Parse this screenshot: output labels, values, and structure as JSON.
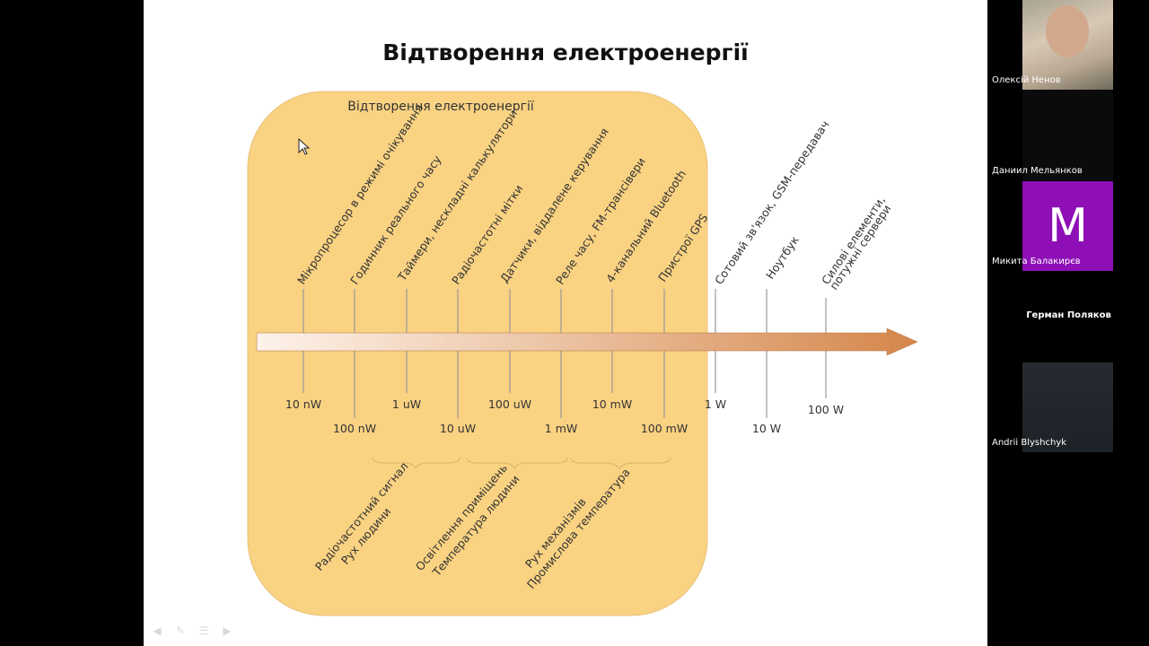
{
  "slide": {
    "title": "Відтворення електроенергії",
    "box_title": "Відтворення електроенергії",
    "applications": [
      "Мікропроцесор в режимі очікування",
      "Годинник реального часу",
      "Таймери, нескладні калькулятори",
      "Радіочастотні мітки",
      "Датчики, віддалене керування",
      "Реле часу, FM-трансівери",
      "4-канальний Bluetooth",
      "Пристрої GPS",
      "Сотовий зв'язок, GSM-передавач",
      "Ноутбук",
      "Силові елементи,",
      "потужні сервери"
    ],
    "power_levels": [
      "10 nW",
      "100 nW",
      "1 uW",
      "10 uW",
      "100 uW",
      "1 mW",
      "10 mW",
      "100 mW",
      "1 W",
      "10 W",
      "100 W"
    ],
    "sources": [
      "Радіочастотний сигнал",
      "Рух людини",
      "Освітлення приміщень",
      "Температура людини",
      "Рух механізмів",
      "Промислова температура"
    ]
  },
  "participants": [
    {
      "name": "Олексій Ненов"
    },
    {
      "name": "Даниил Мельянков"
    },
    {
      "name": "Микита Балакирєв",
      "initial": "M"
    },
    {
      "name": "Герман Поляков"
    },
    {
      "name": "Andrii Blyshchyk"
    }
  ],
  "colors": {
    "box_fill": "#f9d282",
    "arrow_start": "#fdf2ea",
    "arrow_end": "#d5864a",
    "avatar_purple": "#8e0fb6"
  },
  "icons": [
    "mouse-cursor-icon",
    "prev-slide-icon",
    "pen-icon",
    "menu-icon",
    "next-slide-icon"
  ]
}
